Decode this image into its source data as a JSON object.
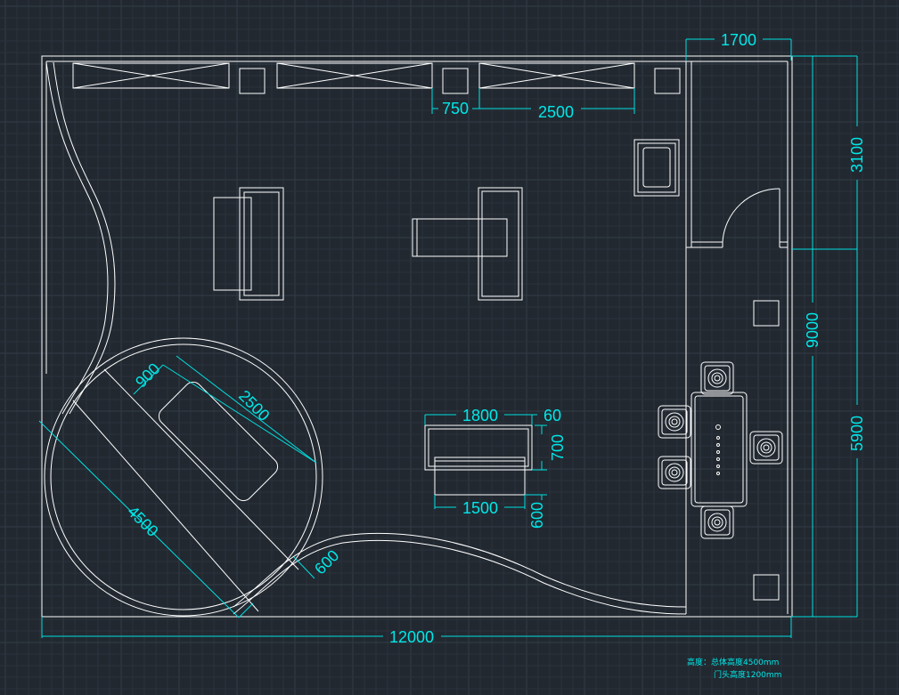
{
  "colors": {
    "background": "#212830",
    "grid_minor": "#2a323b",
    "grid_major": "#323b46",
    "lines": "#ffffff",
    "dimension": "#00e0e0"
  },
  "dimensions": {
    "top_width": "1700",
    "right_top": "3100",
    "right_total": "9000",
    "right_bottom": "5900",
    "bottom_width": "12000",
    "gap_750": "750",
    "shelf_2500": "2500",
    "stage_depth": "4500",
    "platform_width": "900",
    "platform_length": "2500",
    "ring_600": "600",
    "counter_1800": "1800",
    "counter_60": "60",
    "counter_700": "700",
    "counter_1500": "1500",
    "counter_600": "600"
  },
  "notes": {
    "line1": "高度：总体高度4500mm",
    "line2": "门头高度1200mm"
  }
}
